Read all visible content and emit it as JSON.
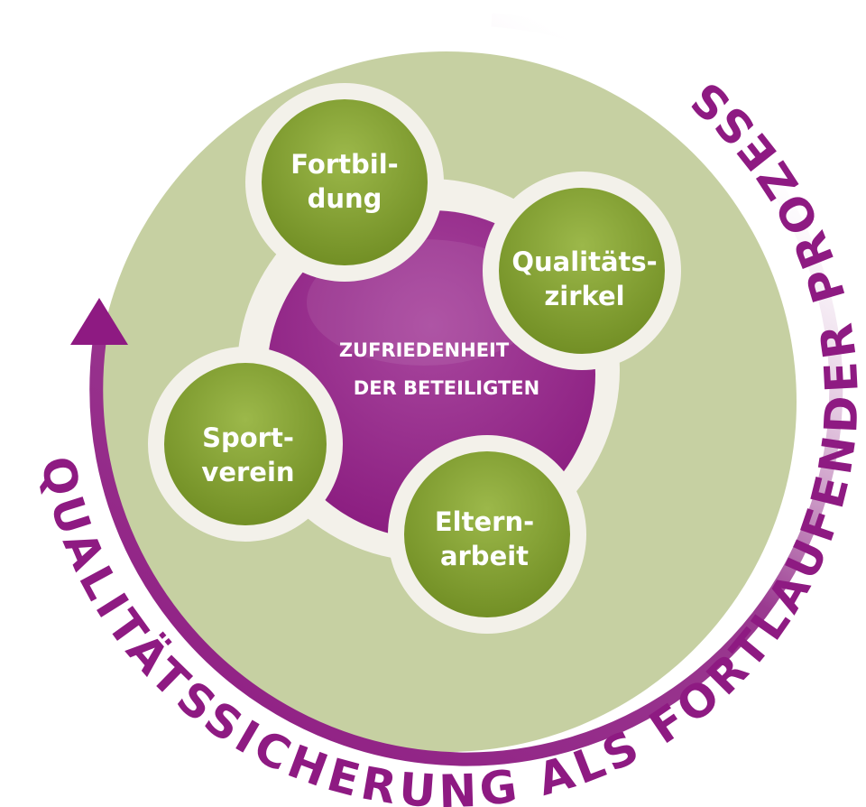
{
  "title_arc": "QUALITÄTSSICHERUNG ALS FORTLAUFENDER PROZESS",
  "center": {
    "line1": "ZUFRIEDENHEIT",
    "line2": "DER BETEILIGTEN"
  },
  "bubbles": [
    {
      "line1": "Fortbil-",
      "line2": "dung"
    },
    {
      "line1": "Qualitäts-",
      "line2": "zirkel"
    },
    {
      "line1": "Sport-",
      "line2": "verein"
    },
    {
      "line1": "Eltern-",
      "line2": "arbeit"
    }
  ],
  "colors": {
    "purple": "#8e1a82",
    "green": "#7f9c2c",
    "background_circle": "#c6d0a2",
    "ring": "#f3f1ea"
  }
}
